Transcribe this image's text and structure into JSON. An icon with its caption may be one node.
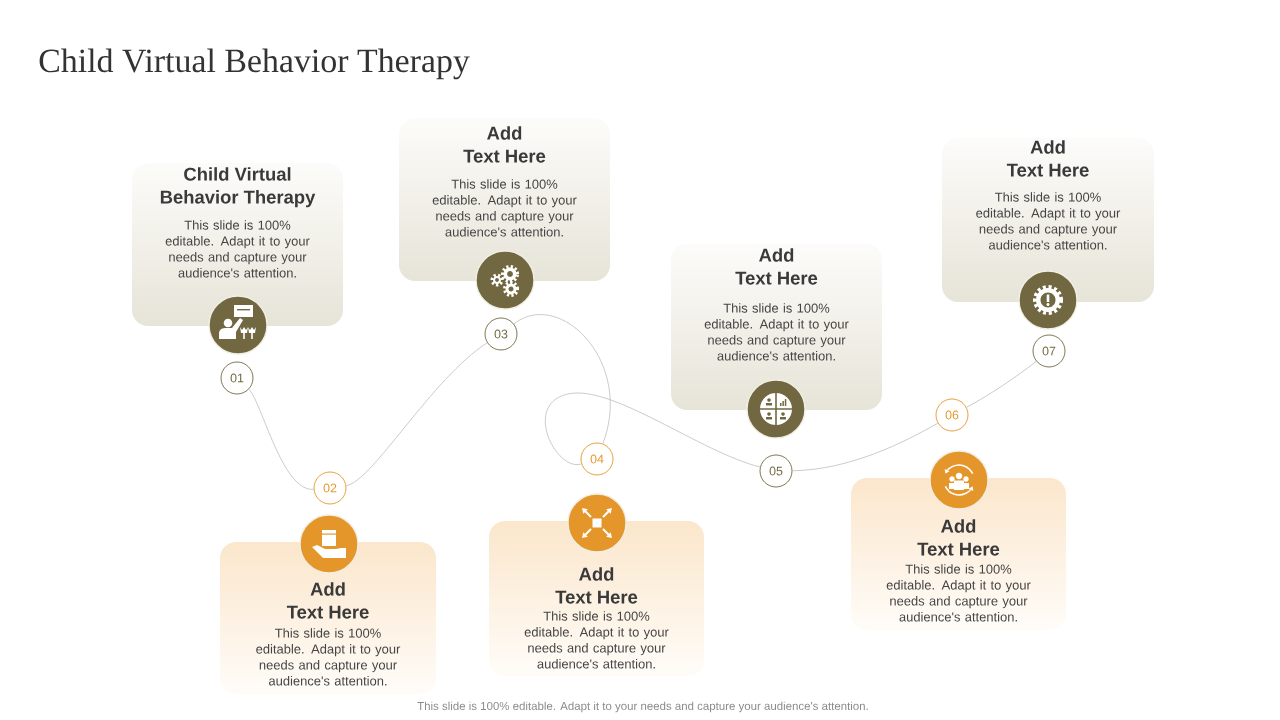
{
  "diagram": {
    "title": "Child Virtual Behavior Therapy",
    "nodes": [
      {
        "text": [
          "Child Virtual Behavior Therapy",
          "This slide is 100% editable. Adapt it to your needs and capture your audience's attention."
        ]
      },
      {
        "text": [
          "Add Text Here",
          "This slide is 100% editable. Adapt it to your needs and capture your audience's attention."
        ]
      },
      {
        "text": [
          "Add Text Here",
          "This slide is 100% editable. Adapt it to your needs and capture your audience's attention."
        ]
      },
      {
        "text": [
          "Add Text Here",
          "This slide is 100% editable. Adapt it to your needs and capture your audience's attention."
        ]
      },
      {
        "text": [
          "Add Text Here",
          "This slide is 100% editable. Adapt it to your needs and capture your audience's attention."
        ]
      },
      {
        "text": [
          "Add Text Here",
          "This slide is 100% editable. Adapt it to your needs and capture your audience's attention."
        ]
      },
      {
        "text": [
          "Add Text Here",
          "This slide is 100% editable. Adapt it to your needs and capture your audience's attention."
        ]
      },
      {
        "text": [
          "01"
        ]
      },
      {
        "text": [
          "02"
        ]
      },
      {
        "text": [
          "03"
        ]
      },
      {
        "text": [
          "04"
        ]
      },
      {
        "text": [
          "05"
        ]
      },
      {
        "text": [
          "06"
        ]
      },
      {
        "text": [
          "07"
        ]
      }
    ],
    "edges": [
      {
        "from": 7,
        "to": 8,
        "arrow": "none"
      },
      {
        "from": 8,
        "to": 9,
        "arrow": "none"
      },
      {
        "from": 9,
        "to": 10,
        "arrow": "none"
      },
      {
        "from": 10,
        "to": 11,
        "arrow": "none"
      },
      {
        "from": 11,
        "to": 12,
        "arrow": "none"
      },
      {
        "from": 12,
        "to": 13,
        "arrow": "none"
      }
    ],
    "labels": [
      "This slide is 100% editable. Adapt it to your needs and capture your audience's attention."
    ]
  }
}
